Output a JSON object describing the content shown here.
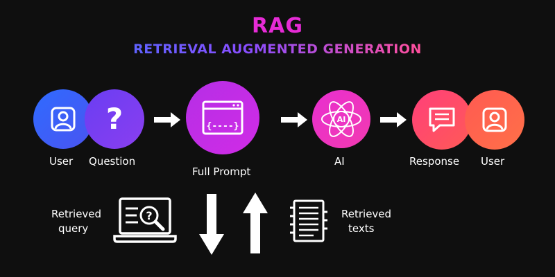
{
  "header": {
    "title": "RAG",
    "subtitle": "RETRIEVAL AUGMENTED GENERATION"
  },
  "nodes": {
    "user_start": {
      "label": "User",
      "icon": "user-portrait-icon",
      "color": "#3a5ff5"
    },
    "question": {
      "label": "Question",
      "icon": "question-mark-icon",
      "glyph": "?",
      "color": "#7a3ef0"
    },
    "full_prompt": {
      "label": "Full Prompt",
      "icon": "code-window-icon",
      "glyph": "{----}",
      "color": "#c42de6"
    },
    "ai": {
      "label": "AI",
      "icon": "ai-atom-icon",
      "glyph": "AI",
      "color": "#ec34c4"
    },
    "response": {
      "label": "Response",
      "icon": "chat-bubble-icon",
      "color": "#ff4a6a"
    },
    "user_end": {
      "label": "User",
      "icon": "user-portrait-icon",
      "color": "#ff6a4c"
    }
  },
  "retrieval": {
    "query_label_line1": "Retrieved",
    "query_label_line2": "query",
    "query_icon": "laptop-search-icon",
    "texts_label_line1": "Retrieved",
    "texts_label_line2": "texts",
    "texts_icon": "document-stack-icon",
    "down_arrow_icon": "arrow-down-icon",
    "up_arrow_icon": "arrow-up-icon"
  }
}
